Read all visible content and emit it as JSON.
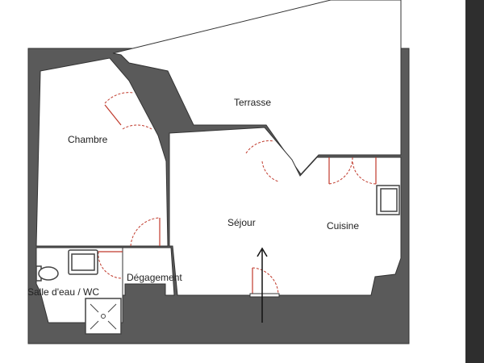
{
  "rooms": {
    "chambre": "Chambre",
    "terrasse": "Terrasse",
    "sejour": "Séjour",
    "cuisine": "Cuisine",
    "degagement": "Dégagement",
    "salle_eau": "Salle d'eau / WC"
  },
  "colors": {
    "wall": "#5a5a5a",
    "door": "#c0392b",
    "sidebar": "#2e2e2e"
  },
  "icons": [
    "entrance-arrow-icon",
    "toilet-icon",
    "sink-icon",
    "shower-icon"
  ]
}
